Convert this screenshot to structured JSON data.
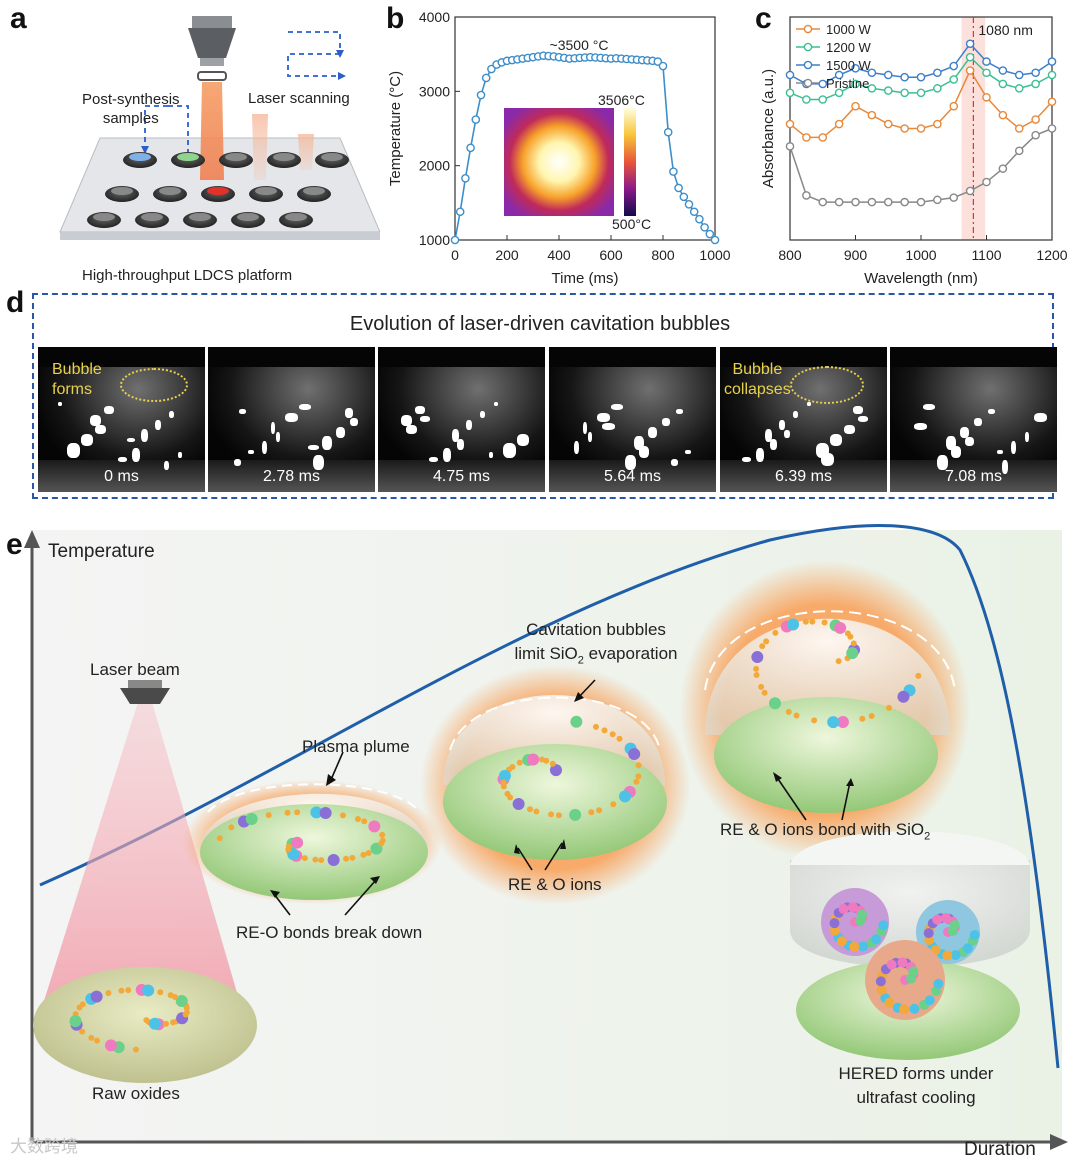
{
  "panel_labels": {
    "a": "a",
    "b": "b",
    "c": "c",
    "d": "d",
    "e": "e"
  },
  "panel_a": {
    "post_synthesis": [
      "Post-synthesis",
      "samples"
    ],
    "laser_scanning": "Laser scanning",
    "caption": "High-throughput LDCS platform"
  },
  "chart_data": [
    {
      "type": "line",
      "panel": "b",
      "xlabel": "Time (ms)",
      "ylabel": "Temperature (°C)",
      "xlim": [
        0,
        1000
      ],
      "ylim": [
        1000,
        4000
      ],
      "xticks": [
        0,
        200,
        400,
        600,
        800,
        1000
      ],
      "yticks": [
        1000,
        2000,
        3000,
        4000
      ],
      "annotation": "~3500 °C",
      "inset_colorbar": {
        "max": "3506°C",
        "min": "500°C"
      },
      "color": "#3d8ec9",
      "x": [
        0,
        20,
        40,
        60,
        80,
        100,
        120,
        140,
        160,
        180,
        200,
        220,
        240,
        260,
        280,
        300,
        320,
        340,
        360,
        380,
        400,
        420,
        440,
        460,
        480,
        500,
        520,
        540,
        560,
        580,
        600,
        620,
        640,
        660,
        680,
        700,
        720,
        740,
        760,
        780,
        800,
        820,
        840,
        860,
        880,
        900,
        920,
        940,
        960,
        980,
        1000
      ],
      "y": [
        1000,
        1380,
        1830,
        2240,
        2620,
        2950,
        3180,
        3300,
        3360,
        3390,
        3410,
        3420,
        3430,
        3440,
        3450,
        3460,
        3470,
        3480,
        3475,
        3470,
        3460,
        3450,
        3440,
        3445,
        3450,
        3455,
        3460,
        3455,
        3450,
        3445,
        3440,
        3445,
        3440,
        3435,
        3430,
        3425,
        3420,
        3415,
        3410,
        3400,
        3340,
        2450,
        1920,
        1700,
        1580,
        1480,
        1380,
        1280,
        1170,
        1080,
        1000
      ]
    },
    {
      "type": "line",
      "panel": "c",
      "xlabel": "Wavelength (nm)",
      "ylabel": "Absorbance (a.u.)",
      "xlim": [
        800,
        1200
      ],
      "xticks": [
        800,
        900,
        1000,
        1100,
        1200
      ],
      "annotation": "1080 nm",
      "marker_x": 1080,
      "series": [
        {
          "name": "1000 W",
          "color": "#e8883a",
          "x": [
            800,
            825,
            850,
            875,
            900,
            925,
            950,
            975,
            1000,
            1025,
            1050,
            1075,
            1100,
            1125,
            1150,
            1175,
            1200
          ],
          "y": [
            0.52,
            0.46,
            0.46,
            0.52,
            0.6,
            0.56,
            0.52,
            0.5,
            0.5,
            0.52,
            0.6,
            0.76,
            0.64,
            0.56,
            0.5,
            0.54,
            0.62
          ]
        },
        {
          "name": "1200 W",
          "color": "#3cbf93",
          "x": [
            800,
            825,
            850,
            875,
            900,
            925,
            950,
            975,
            1000,
            1025,
            1050,
            1075,
            1100,
            1125,
            1150,
            1175,
            1200
          ],
          "y": [
            0.66,
            0.63,
            0.63,
            0.66,
            0.7,
            0.68,
            0.67,
            0.66,
            0.66,
            0.68,
            0.72,
            0.82,
            0.75,
            0.7,
            0.68,
            0.7,
            0.74
          ]
        },
        {
          "name": "1500 W",
          "color": "#3d7fc9",
          "x": [
            800,
            825,
            850,
            875,
            900,
            925,
            950,
            975,
            1000,
            1025,
            1050,
            1075,
            1100,
            1125,
            1150,
            1175,
            1200
          ],
          "y": [
            0.74,
            0.7,
            0.7,
            0.74,
            0.77,
            0.75,
            0.74,
            0.73,
            0.73,
            0.75,
            0.78,
            0.88,
            0.8,
            0.76,
            0.74,
            0.75,
            0.8
          ]
        },
        {
          "name": "Pristine",
          "color": "#888888",
          "x": [
            800,
            825,
            850,
            875,
            900,
            925,
            950,
            975,
            1000,
            1025,
            1050,
            1075,
            1100,
            1125,
            1150,
            1175,
            1200
          ],
          "y": [
            0.42,
            0.2,
            0.17,
            0.17,
            0.17,
            0.17,
            0.17,
            0.17,
            0.17,
            0.18,
            0.19,
            0.22,
            0.26,
            0.32,
            0.4,
            0.47,
            0.5
          ]
        }
      ]
    }
  ],
  "panel_d": {
    "title": "Evolution of laser-driven cavitation bubbles",
    "frames": [
      "0 ms",
      "2.78 ms",
      "4.75 ms",
      "5.64 ms",
      "6.39 ms",
      "7.08 ms"
    ],
    "ann_forms": [
      "Bubble",
      "forms"
    ],
    "ann_collapses": [
      "Bubble",
      "collapses"
    ]
  },
  "panel_e": {
    "y_axis": "Temperature",
    "x_axis": "Duration",
    "laser_beam": "Laser beam",
    "raw_oxides": "Raw oxides",
    "plasma_plume": "Plasma plume",
    "re_o_break": "RE-O bonds break down",
    "cavitation": [
      "Cavitation bubbles",
      "limit SiO",
      "2",
      " evaporation"
    ],
    "re_o_ions": "RE & O ions",
    "bond": [
      "RE & O ions bond with SiO",
      "2"
    ],
    "hered": [
      "HERED forms under",
      "ultrafast cooling"
    ]
  },
  "watermark": "大数跨境"
}
